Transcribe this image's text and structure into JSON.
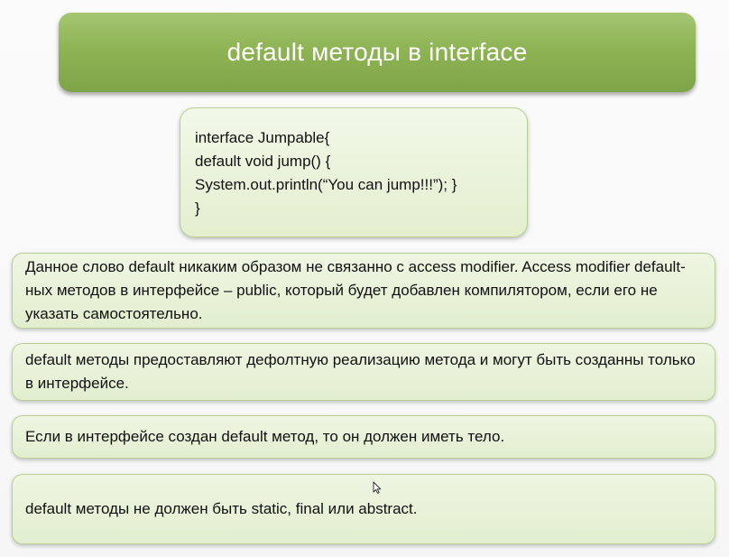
{
  "slide": {
    "title": "default методы в interface",
    "code_lines": [
      "interface Jumpable{",
      "default void jump() {",
      "System.out.println(“You can jump!!!”); }",
      "}"
    ],
    "notes": [
      "Данное слово default никаким образом не связанно с access modifier. Access modifier default-ных методов в интерфейсе – public, который будет добавлен компилятором, если его не указать самостоятельно.",
      "default методы предоставляют дефолтную реализацию метода и могут быть созданны только в интерфейсе.",
      "Если в интерфейсе создан default метод, то он должен иметь тело.",
      "default методы не должен быть static, final или abstract."
    ]
  },
  "colors": {
    "title_green": "#8eb455",
    "box_green": "#e2eecf",
    "border_green": "#b9cf93"
  },
  "icons": {
    "cursor": "mouse-pointer-icon"
  }
}
